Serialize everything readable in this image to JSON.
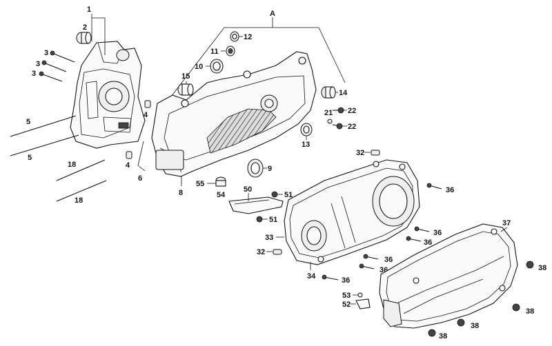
{
  "group_label": "A",
  "callouts": {
    "c1": "1",
    "c2": "2",
    "c3a": "3",
    "c3b": "3",
    "c3c": "3",
    "c4a": "4",
    "c4b": "4",
    "c5a": "5",
    "c5b": "5",
    "c6": "6",
    "c8": "8",
    "c9": "9",
    "c10": "10",
    "c11": "11",
    "c12": "12",
    "c13": "13",
    "c14": "14",
    "c15": "15",
    "c18a": "18",
    "c18b": "18",
    "c21": "21",
    "c22a": "22",
    "c22b": "22",
    "c32a": "32",
    "c32b": "32",
    "c33": "33",
    "c34": "34",
    "c36a": "36",
    "c36b": "36",
    "c36c": "36",
    "c36d": "36",
    "c36e": "36",
    "c36f": "36",
    "c37": "37",
    "c38a": "38",
    "c38b": "38",
    "c38c": "38",
    "c38d": "38",
    "c50": "50",
    "c51a": "51",
    "c51b": "51",
    "c52": "52",
    "c53": "53",
    "c54": "54",
    "c55": "55"
  },
  "colors": {
    "ink": "#111111",
    "paper": "#ffffff"
  }
}
